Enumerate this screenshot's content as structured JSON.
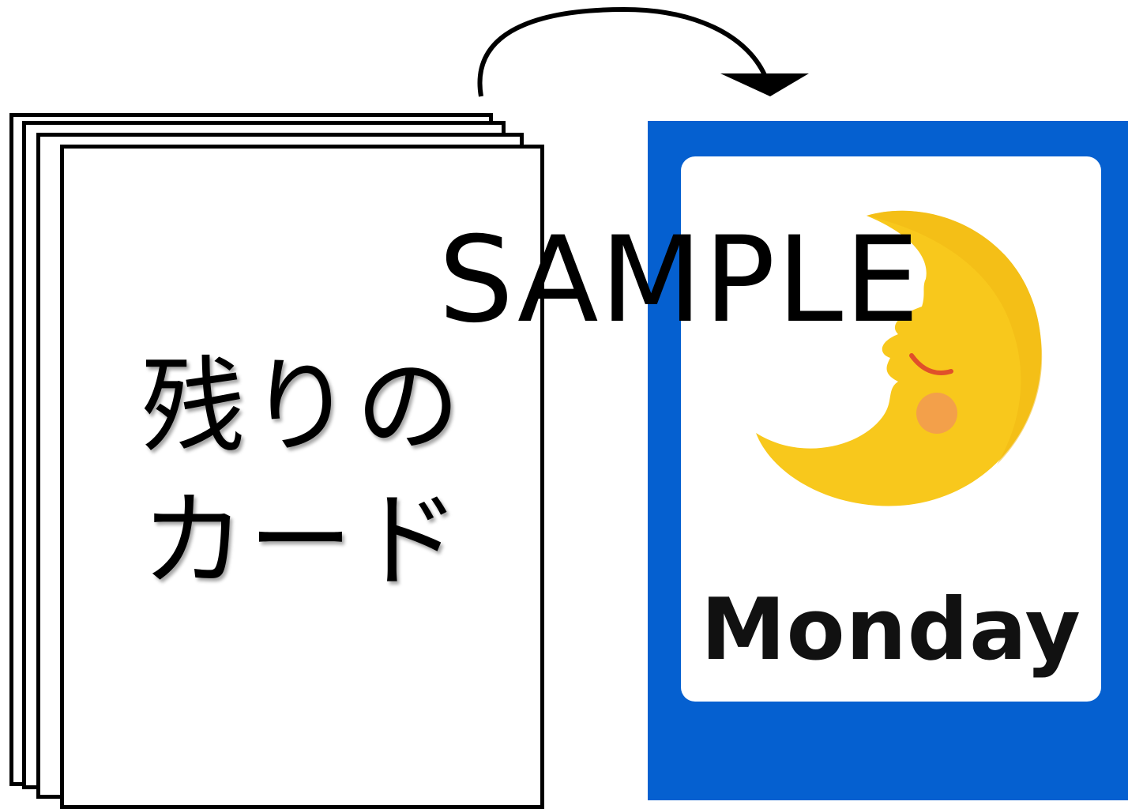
{
  "deck": {
    "label_line1": "残りの",
    "label_line2": "カード"
  },
  "flash_card": {
    "word": "Monday",
    "icon": "crescent-moon-face-icon",
    "background_color": "#0560d0",
    "moon_color": "#f8c81c"
  },
  "watermark": {
    "text": "SAMPLE"
  },
  "arrow": {
    "icon": "curved-arrow-icon"
  }
}
